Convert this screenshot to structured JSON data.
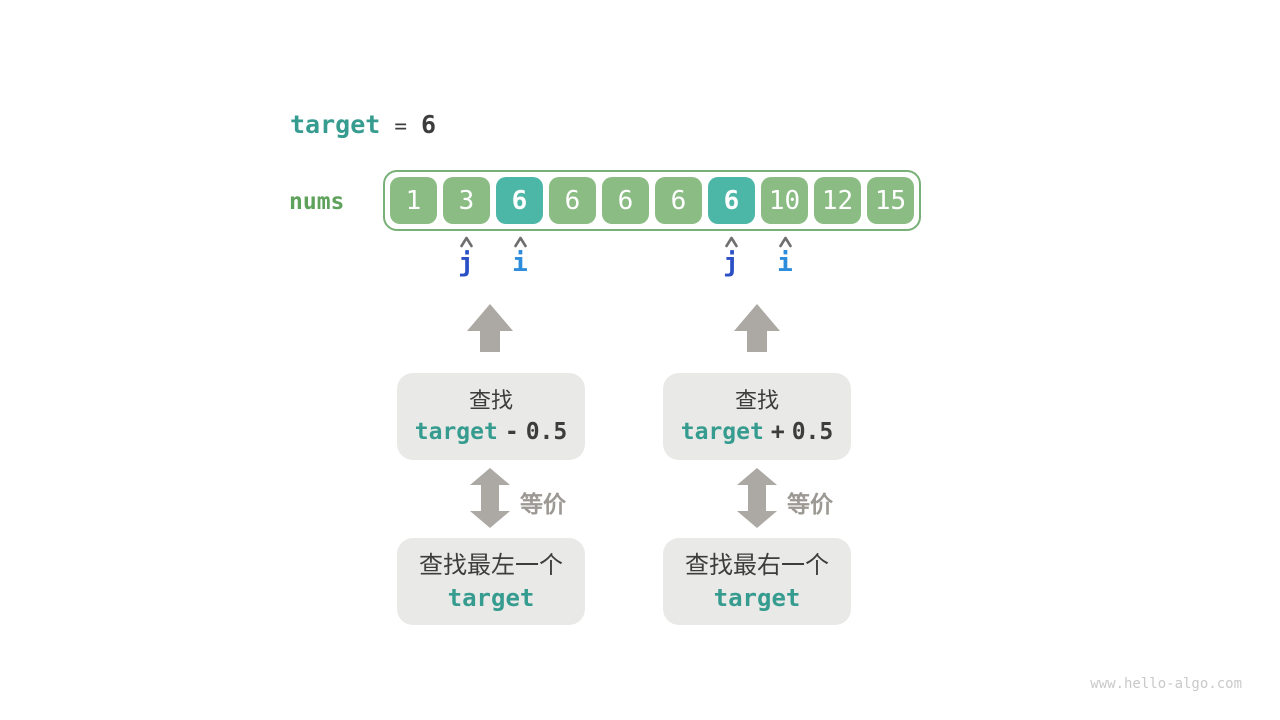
{
  "page": {
    "watermark": "www.hello-algo.com"
  },
  "target_line": {
    "variable": "target",
    "equals": "=",
    "value": "6"
  },
  "array": {
    "label": "nums",
    "cells": [
      {
        "value": "1",
        "highlight": false
      },
      {
        "value": "3",
        "highlight": false
      },
      {
        "value": "6",
        "highlight": true
      },
      {
        "value": "6",
        "highlight": false
      },
      {
        "value": "6",
        "highlight": false
      },
      {
        "value": "6",
        "highlight": false
      },
      {
        "value": "6",
        "highlight": true
      },
      {
        "value": "10",
        "highlight": false
      },
      {
        "value": "12",
        "highlight": false
      },
      {
        "value": "15",
        "highlight": false
      }
    ]
  },
  "pointers": {
    "left": [
      {
        "label": "j",
        "under_index": 1
      },
      {
        "label": "i",
        "under_index": 2
      }
    ],
    "right": [
      {
        "label": "j",
        "under_index": 6
      },
      {
        "label": "i",
        "under_index": 7
      }
    ]
  },
  "flows": {
    "left": {
      "search": {
        "line1": "查找",
        "variable": "target",
        "operator": "-",
        "operand": "0.5"
      },
      "equivalence_label": "等价",
      "result": {
        "line1": "查找最左一个",
        "variable": "target"
      }
    },
    "right": {
      "search": {
        "line1": "查找",
        "variable": "target",
        "operator": "+",
        "operand": "0.5"
      },
      "equivalence_label": "等价",
      "result": {
        "line1": "查找最右一个",
        "variable": "target"
      }
    }
  },
  "colors": {
    "teal_text": "#379c90",
    "dark_text": "#3d3d3d",
    "nums_green": "#5fa25c",
    "cell_green": "#8abc84",
    "cell_teal": "#4cb6a7",
    "array_border": "#79b077",
    "cell_text": "#ffffff",
    "pointer_j": "#2b50c6",
    "pointer_i": "#2d8cdb",
    "caret_gray": "#6f6f6f",
    "arrow_gray": "#aca8a3",
    "equiv_gray": "#9c9893",
    "box_bg": "#e9e9e7",
    "watermark_gray": "#c9c9c9"
  }
}
